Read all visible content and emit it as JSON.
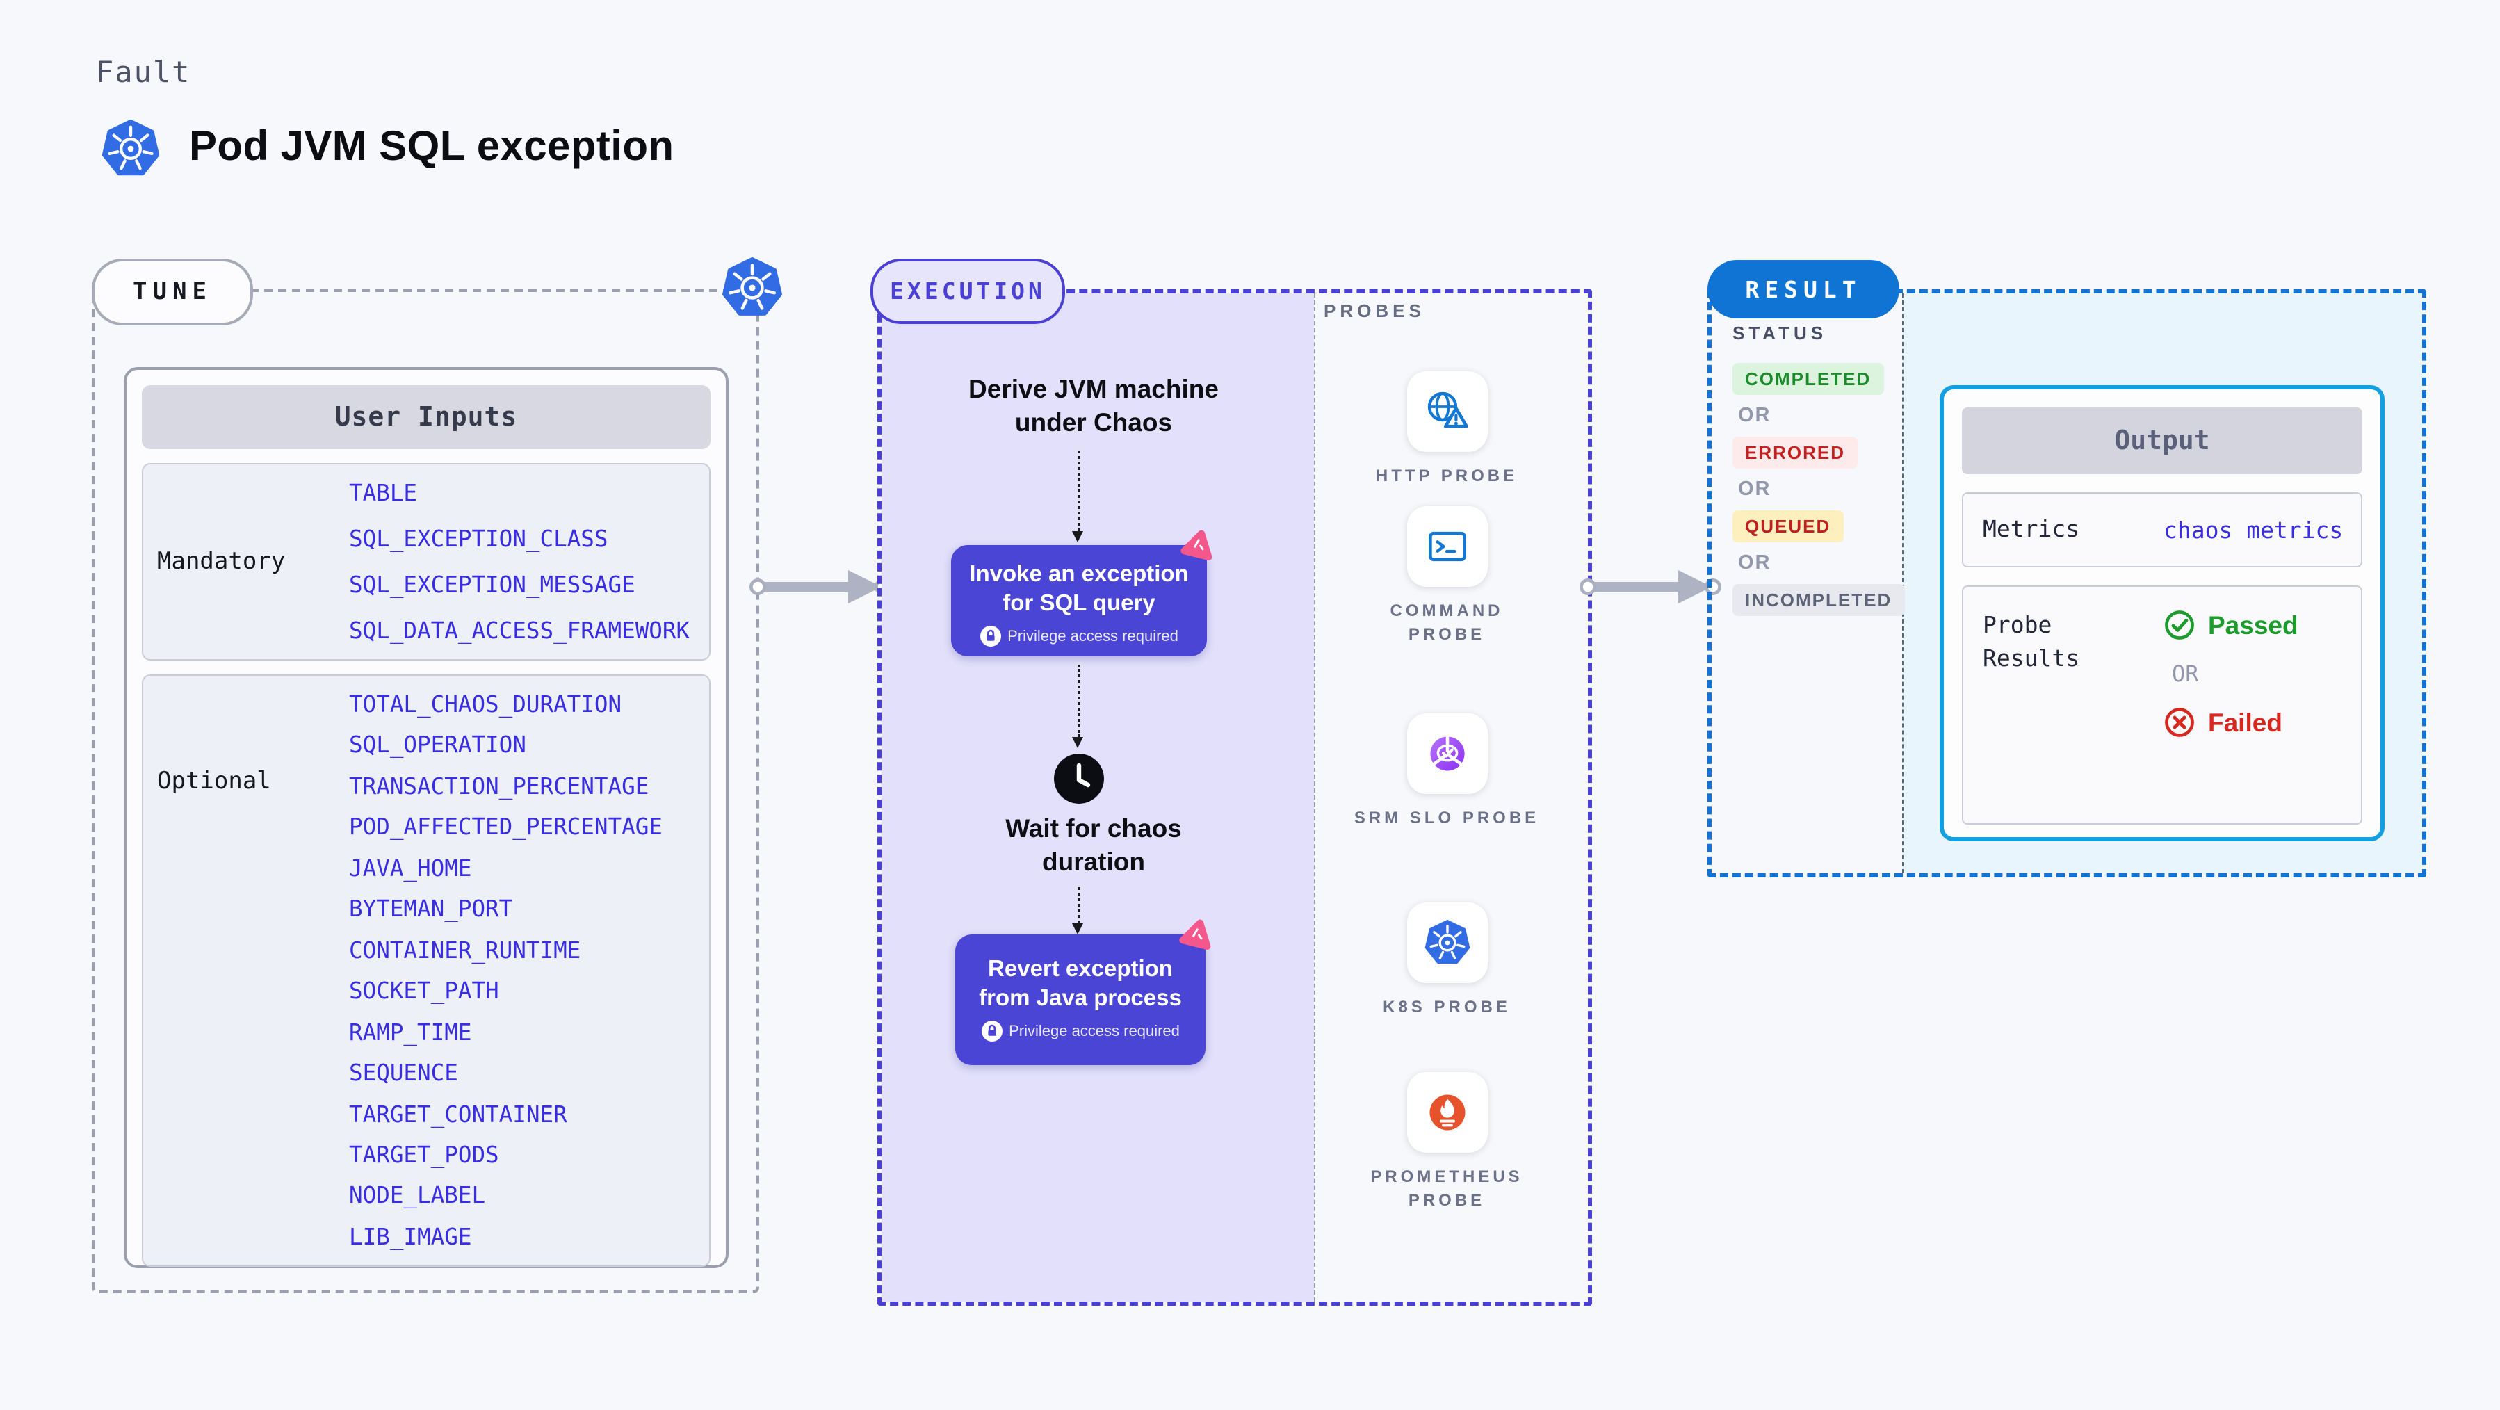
{
  "page": {
    "eyebrow": "Fault",
    "title": "Pod JVM SQL exception"
  },
  "tune": {
    "pill": "TUNE",
    "card_title": "User Inputs",
    "groups": [
      {
        "label": "Mandatory",
        "items": [
          "TABLE",
          "SQL_EXCEPTION_CLASS",
          "SQL_EXCEPTION_MESSAGE",
          "SQL_DATA_ACCESS_FRAMEWORK"
        ]
      },
      {
        "label": "Optional",
        "items": [
          "TOTAL_CHAOS_DURATION",
          "SQL_OPERATION",
          "TRANSACTION_PERCENTAGE",
          "POD_AFFECTED_PERCENTAGE",
          "JAVA_HOME",
          "BYTEMAN_PORT",
          "CONTAINER_RUNTIME",
          "SOCKET_PATH",
          "RAMP_TIME",
          "SEQUENCE",
          "TARGET_CONTAINER",
          "TARGET_PODS",
          "NODE_LABEL",
          "LIB_IMAGE"
        ]
      }
    ]
  },
  "execution": {
    "pill": "EXECUTION",
    "derive": {
      "line1": "Derive JVM machine",
      "line2": "under Chaos"
    },
    "invoke": {
      "line1": "Invoke an exception",
      "line2": "for SQL query",
      "note": "Privilege access required"
    },
    "wait": {
      "line1": "Wait for chaos",
      "line2": "duration"
    },
    "revert": {
      "line1": "Revert exception",
      "line2": "from Java process",
      "note": "Privilege access required"
    }
  },
  "probes": {
    "label": "PROBES",
    "items": [
      {
        "name": "HTTP PROBE",
        "icon": "globe-warning-icon"
      },
      {
        "name": "COMMAND PROBE",
        "icon": "terminal-icon"
      },
      {
        "name": "SRM SLO PROBE",
        "icon": "slo-gauge-icon"
      },
      {
        "name": "K8S PROBE",
        "icon": "kubernetes-icon"
      },
      {
        "name": "PROMETHEUS PROBE",
        "icon": "prometheus-icon"
      }
    ]
  },
  "result": {
    "pill": "RESULT",
    "status_label": "STATUS",
    "or_label": "OR",
    "statuses": [
      {
        "label": "COMPLETED",
        "kind": "completed"
      },
      {
        "label": "ERRORED",
        "kind": "errored"
      },
      {
        "label": "QUEUED",
        "kind": "queued"
      },
      {
        "label": "INCOMPLETED",
        "kind": "incompleted"
      }
    ],
    "output": {
      "title": "Output",
      "metrics_label": "Metrics",
      "metrics_value": "chaos metrics",
      "probe_results_line1": "Probe",
      "probe_results_line2": "Results",
      "passed": "Passed",
      "or": "OR",
      "failed": "Failed"
    }
  },
  "colors": {
    "accent_indigo": "#4b45d6",
    "kubernetes_blue": "#326ce5",
    "result_blue": "#0f74d4",
    "output_border_blue": "#14a0e0",
    "env_var_blue": "#392de2",
    "probe_icon_blue": "#1478d2",
    "pink_badge": "#f4578c",
    "passed_green": "#1d9b2d",
    "failed_red": "#d7281f"
  }
}
